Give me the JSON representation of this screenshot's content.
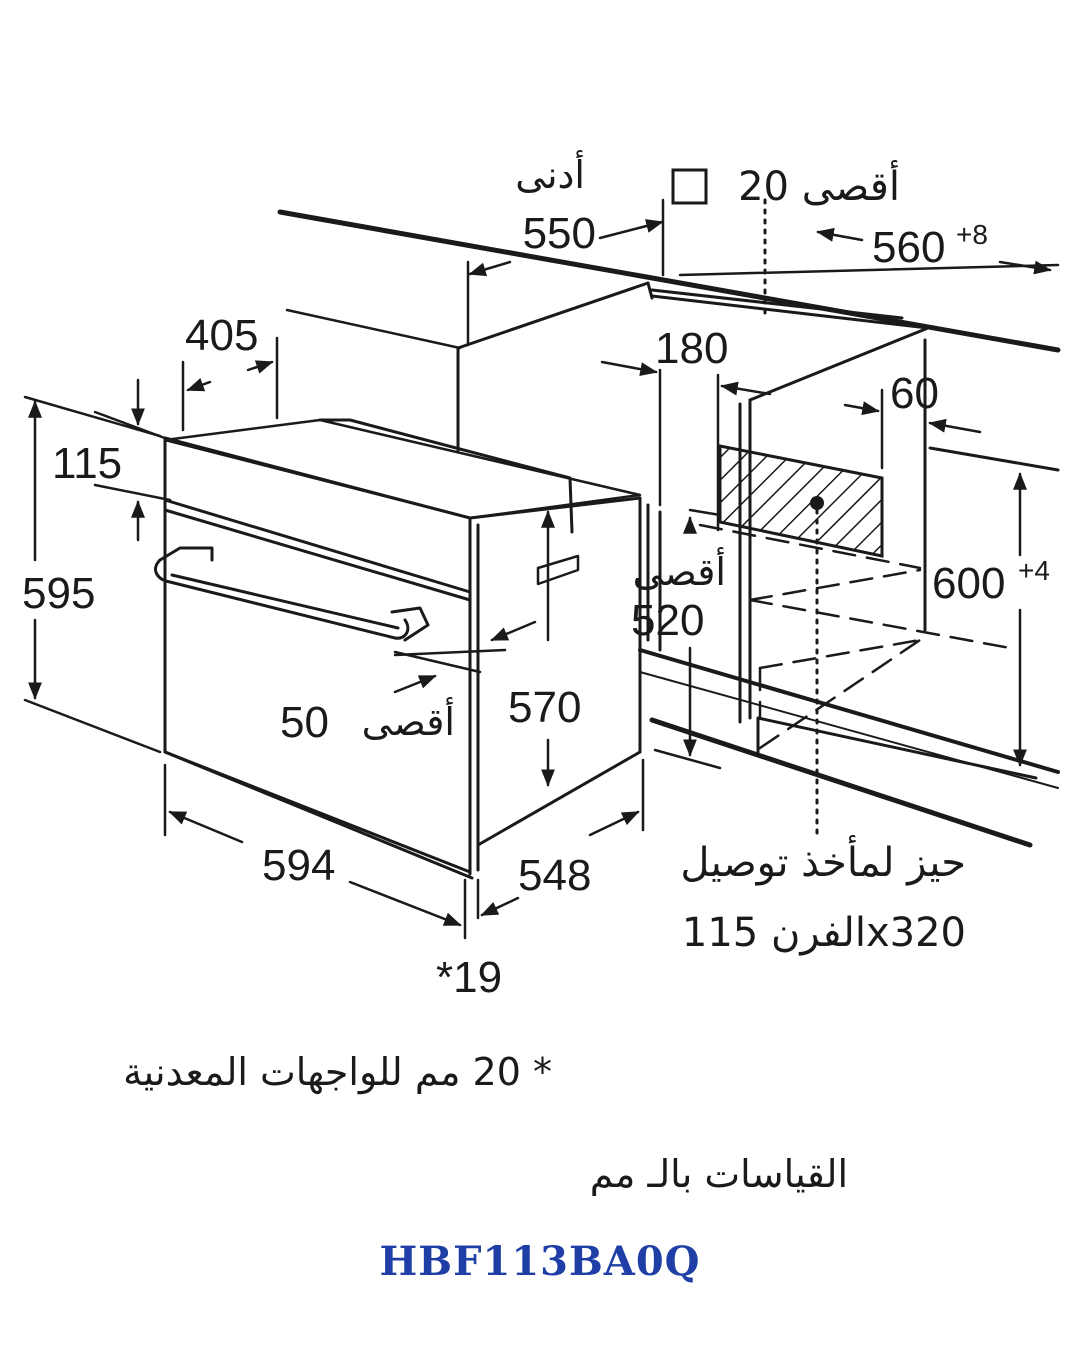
{
  "diagram": {
    "dimensions": {
      "d_550": "550",
      "d_560": "560",
      "d_560_tol": "+8",
      "d_405": "405",
      "d_180": "180",
      "d_60": "60",
      "d_115": "115",
      "d_595": "595",
      "d_600": "600",
      "d_600_tol": "+4",
      "d_520": "520",
      "d_570": "570",
      "d_50": "50",
      "d_594": "594",
      "d_548": "548",
      "d_19": "*19"
    },
    "labels": {
      "min_550": "أدنى",
      "max_20": "أقصى 20",
      "max_520": "أقصى",
      "max_50": "أقصى",
      "socket_line1": "حيز لمأخذ توصيل",
      "socket_line2": "الفرن 115x320"
    }
  },
  "notes": {
    "metal_fronts": "* 20 مم للواجهات المعدنية",
    "units": "القياسات بالـ مم"
  },
  "model": "HBF113BA0Q",
  "colors": {
    "line": "#1a1a1a",
    "model": "#1f3fa6"
  }
}
